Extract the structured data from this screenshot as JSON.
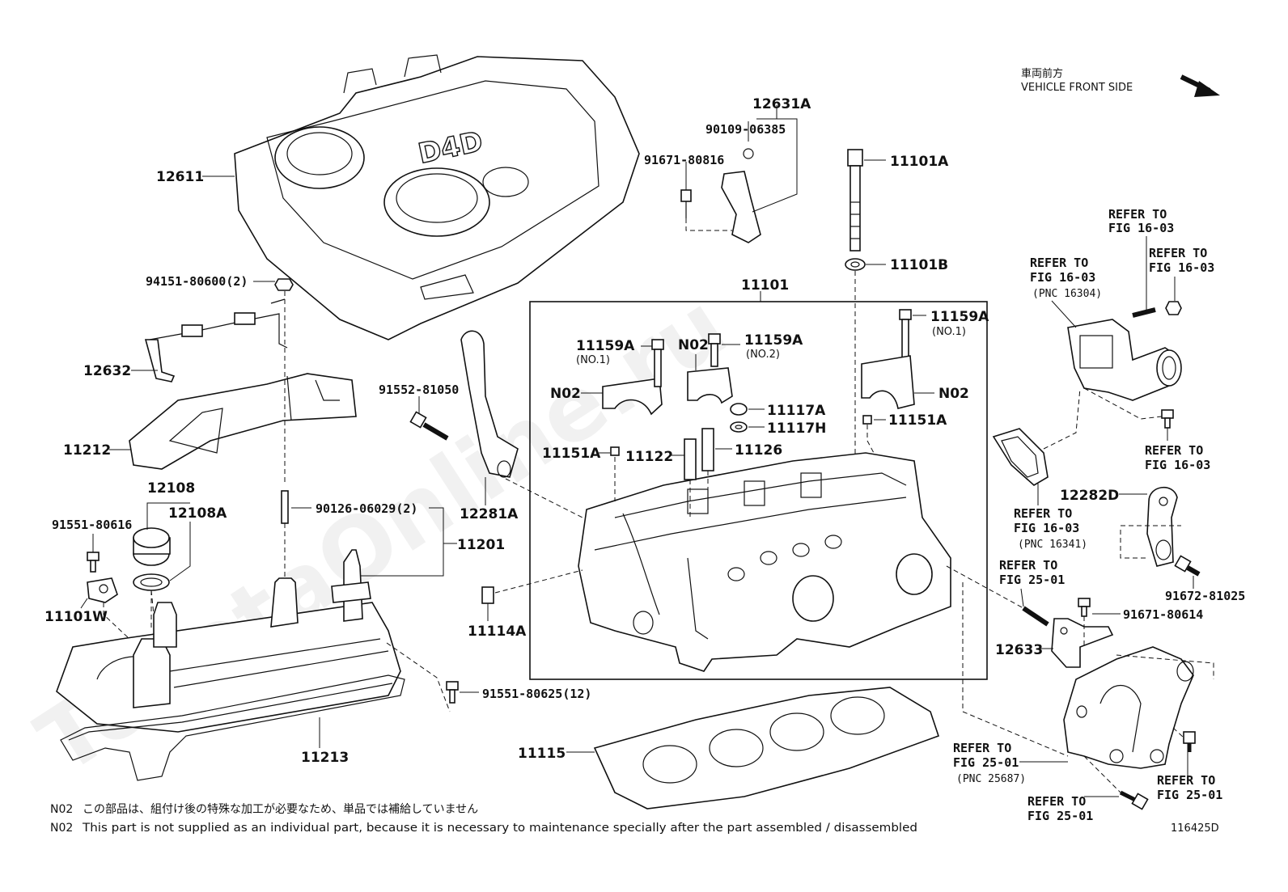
{
  "header": {
    "direction_jp": "車両前方",
    "direction_en": "VEHICLE FRONT SIDE"
  },
  "watermark": "ToyotaOnline.ru",
  "cover_logo": "D4D",
  "labels": {
    "p12611": "12611",
    "p12631A": "12631A",
    "p90109": "90109-06385",
    "p91671_80816": "91671-80816",
    "p11101A": "11101A",
    "p11101B": "11101B",
    "p11101": "11101",
    "p94151": "94151-80600(2)",
    "p12632": "12632",
    "p11212": "11212",
    "p91552": "91552-81050",
    "p12281A": "12281A",
    "p12108": "12108",
    "p12108A": "12108A",
    "p91551_80616": "91551-80616",
    "p90126": "90126-06029(2)",
    "p11201": "11201",
    "p11101W": "11101W",
    "p11114A": "11114A",
    "p91551_80625": "91551-80625(12)",
    "p11213": "11213",
    "p11115": "11115",
    "p11159A_left": "11159A",
    "p11159A_left_sub": "(NO.1)",
    "pN02_mid": "N02",
    "p11159A_mid": "11159A",
    "p11159A_mid_sub": "(NO.2)",
    "p11159A_right": "11159A",
    "p11159A_right_sub": "(NO.1)",
    "pN02_left": "N02",
    "pN02_right": "N02",
    "p11117A": "11117A",
    "p11117H": "11117H",
    "p11151A_right": "11151A",
    "p11151A_left": "11151A",
    "p11122": "11122",
    "p11126": "11126",
    "p12282D": "12282D",
    "p91672": "91672-81025",
    "p91671_80614": "91671-80614",
    "p12633": "12633"
  },
  "references": {
    "r1_a": "REFER TO",
    "r1_b": "FIG 16-03",
    "r2_a": "REFER TO",
    "r2_b": "FIG 16-03",
    "r2_c": "(PNC 16304)",
    "r3_a": "REFER TO",
    "r3_b": "FIG 16-03",
    "r4_a": "REFER TO",
    "r4_b": "FIG 16-03",
    "r5_a": "REFER TO",
    "r5_b": "FIG 16-03",
    "r5_c": "(PNC 16341)",
    "r6_a": "REFER TO",
    "r6_b": "FIG 25-01",
    "r7_a": "REFER TO",
    "r7_b": "FIG 25-01",
    "r7_c": "(PNC 25687)",
    "r8_a": "REFER TO",
    "r8_b": "FIG 25-01",
    "r9_a": "REFER TO",
    "r9_b": "FIG 25-01"
  },
  "footnotes": {
    "jp_code": "N02",
    "jp_text": "この部品は、組付け後の特殊な加工が必要なため、単品では補給していません",
    "en_code": "N02",
    "en_text": "This part is not supplied as an individual part, because it is necessary to maintenance specially after the part assembled / disassembled"
  },
  "figure_id": "116425D"
}
